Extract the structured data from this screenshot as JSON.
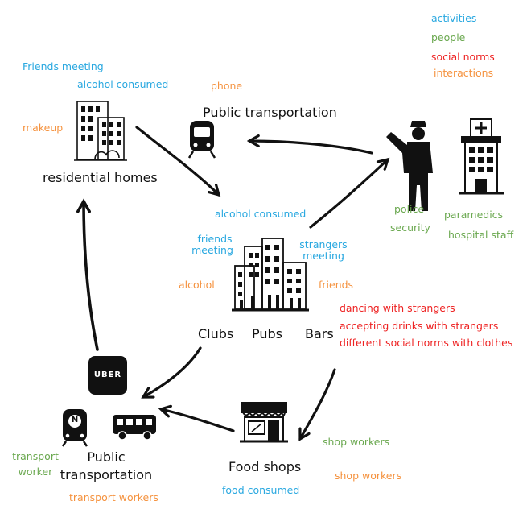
{
  "legend": {
    "activities": "activities",
    "people": "people",
    "social_norms": "social norms",
    "interactions": "interactions"
  },
  "colors": {
    "activities": "#29a8e0",
    "people": "#6aa84f",
    "social_norms": "#ee2222",
    "interactions": "#f5923e"
  },
  "residential": {
    "label": "residential homes",
    "activity_1": "Friends meeting",
    "activity_2": "alcohol consumed",
    "interaction": "makeup"
  },
  "transport_top": {
    "label": "Public transportation",
    "interaction": "phone"
  },
  "emergency": {
    "police": "police",
    "security": "security",
    "paramedics": "paramedics",
    "hospital_staff": "hospital staff"
  },
  "nightlife": {
    "activity_top": "alcohol consumed",
    "friends_meeting_1": "friends",
    "friends_meeting_2": "meeting",
    "strangers_meeting_1": "strangers",
    "strangers_meeting_2": "meeting",
    "interaction_left": "alcohol",
    "interaction_right": "friends",
    "label_clubs": "Clubs",
    "label_pubs": "Pubs",
    "label_bars": "Bars",
    "norm_1": "dancing with strangers",
    "norm_2": "accepting drinks with strangers",
    "norm_3": "different social norms with clothes"
  },
  "transport_bottom": {
    "uber_logo": "UBER",
    "n_badge": "N",
    "label_1": "Public",
    "label_2": "transportation",
    "people_1": "transport",
    "people_2": "worker",
    "interaction": "transport workers"
  },
  "food": {
    "label": "Food shops",
    "activity": "food consumed",
    "people": "shop workers",
    "interaction": "shop workers"
  },
  "icons": [
    "residential-building-icon",
    "train-icon",
    "police-officer-icon",
    "hospital-icon",
    "city-buildings-icon",
    "uber-icon",
    "night-bus-icon",
    "bus-icon",
    "food-shop-icon"
  ]
}
